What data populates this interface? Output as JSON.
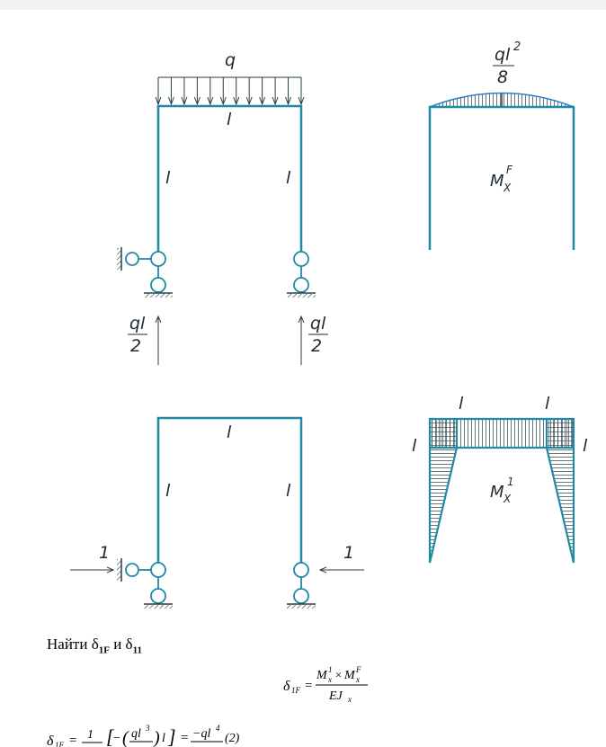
{
  "colors": {
    "frame": "#1e8aa3",
    "ink": "#1f2a30",
    "hatch": "#2a3d46",
    "parabola": "#2e7fc1"
  },
  "top_frame": {
    "load_label": "q",
    "beam_label": "l",
    "left_col_label": "l",
    "right_col_label": "l",
    "reaction_left": {
      "num": "ql",
      "den": "2"
    },
    "reaction_right": {
      "num": "ql",
      "den": "2"
    }
  },
  "mf_diagram": {
    "value_num": "ql",
    "value_exp": "2",
    "value_den": "8",
    "label": "M",
    "label_sub": "X",
    "label_sup": "F"
  },
  "bottom_frame": {
    "beam_label": "l",
    "left_col_label": "l",
    "right_col_label": "l",
    "force_left": "1",
    "force_right": "1"
  },
  "m1_diagram": {
    "top_left_label": "l",
    "top_right_label": "l",
    "side_left_label": "l",
    "side_right_label": "l",
    "label": "M",
    "label_sub": "X",
    "label_sup": "1"
  },
  "task": {
    "prefix": "Найти δ",
    "sub1": "1F",
    "and": " и δ",
    "sub2": "11"
  },
  "formula1": {
    "lhs": "δ",
    "lhs_sub": "1F",
    "equals": "=",
    "num_a": "M",
    "num_a_sub": "x",
    "num_a_sup": "1",
    "times": "×",
    "num_b": "M",
    "num_b_sub": "x",
    "num_b_sup": "F",
    "den": "EJ",
    "den_sub": "x"
  },
  "formula2": {
    "lhs": "δ",
    "lhs_sub": "1F",
    "equals": "=",
    "coef_num": "1",
    "inner_num": "ql",
    "inner_exp": "3",
    "after": "l",
    "result_num": "−ql",
    "result_exp": "4",
    "tag": "(2)"
  }
}
